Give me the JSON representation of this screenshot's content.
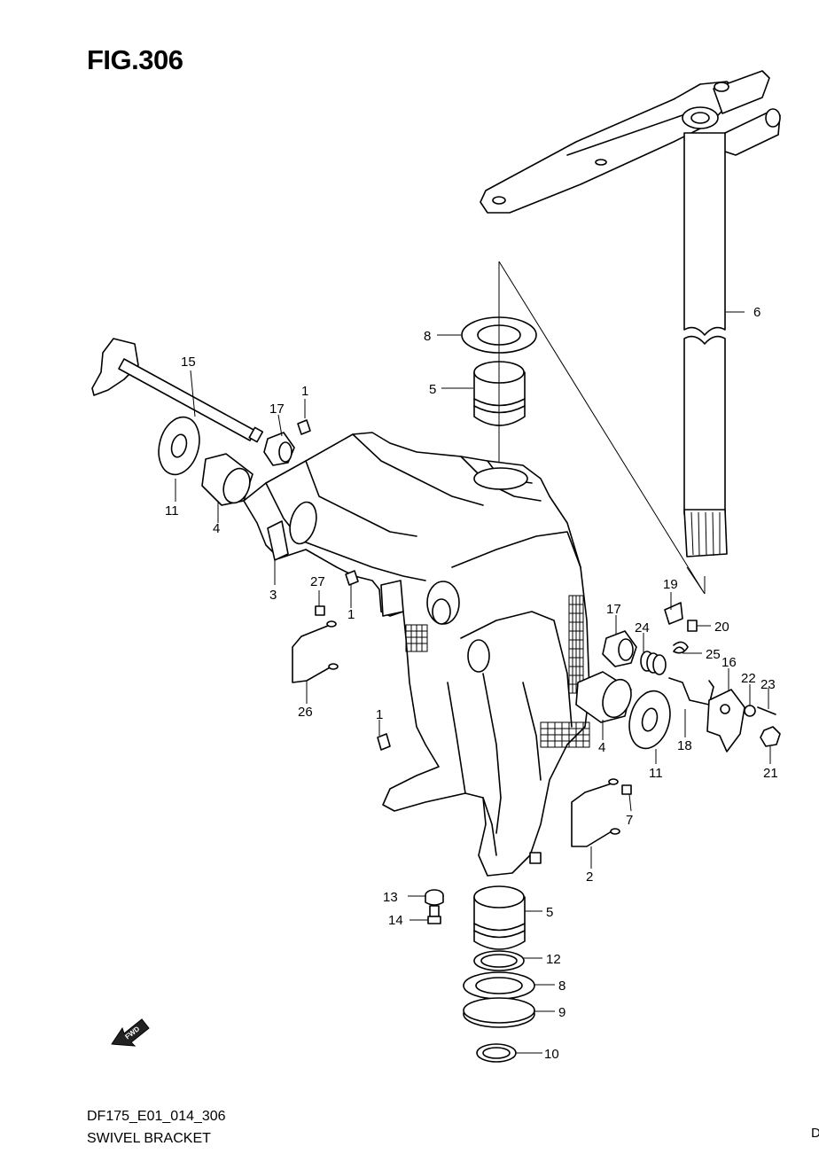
{
  "figure": {
    "title": "FIG.306",
    "model_code": "DF175_E01_014_306",
    "name": "SWIVEL BRACKET",
    "edge_mark": "D"
  },
  "fwd_icon": {
    "name": "fwd-arrow-icon",
    "text": "FWD"
  },
  "callouts": [
    {
      "id": "c6",
      "text": "6"
    },
    {
      "id": "c8a",
      "text": "8"
    },
    {
      "id": "c5a",
      "text": "5"
    },
    {
      "id": "c15",
      "text": "15"
    },
    {
      "id": "c17a",
      "text": "17"
    },
    {
      "id": "c1a",
      "text": "1"
    },
    {
      "id": "c11a",
      "text": "11"
    },
    {
      "id": "c4a",
      "text": "4"
    },
    {
      "id": "c3",
      "text": "3"
    },
    {
      "id": "c27",
      "text": "27"
    },
    {
      "id": "c1b",
      "text": "1"
    },
    {
      "id": "c26",
      "text": "26"
    },
    {
      "id": "c19",
      "text": "19"
    },
    {
      "id": "c20",
      "text": "20"
    },
    {
      "id": "c17b",
      "text": "17"
    },
    {
      "id": "c24",
      "text": "24"
    },
    {
      "id": "c25",
      "text": "25"
    },
    {
      "id": "c16",
      "text": "16"
    },
    {
      "id": "c22",
      "text": "22"
    },
    {
      "id": "c23",
      "text": "23"
    },
    {
      "id": "c1c",
      "text": "1"
    },
    {
      "id": "c4b",
      "text": "4"
    },
    {
      "id": "c18",
      "text": "18"
    },
    {
      "id": "c11b",
      "text": "11"
    },
    {
      "id": "c21",
      "text": "21"
    },
    {
      "id": "c7",
      "text": "7"
    },
    {
      "id": "c2",
      "text": "2"
    },
    {
      "id": "c13",
      "text": "13"
    },
    {
      "id": "c14",
      "text": "14"
    },
    {
      "id": "c5b",
      "text": "5"
    },
    {
      "id": "c12",
      "text": "12"
    },
    {
      "id": "c8b",
      "text": "8"
    },
    {
      "id": "c9",
      "text": "9"
    },
    {
      "id": "c10",
      "text": "10"
    }
  ]
}
